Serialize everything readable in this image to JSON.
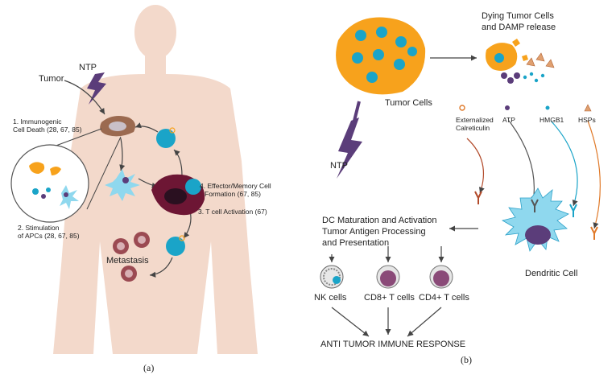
{
  "panel_a": {
    "caption": "(a)",
    "tumor": "Tumor",
    "ntp": "NTP",
    "step1_line1": "1. Immunogenic",
    "step1_line2": "Cell Death (28, 67, 85)",
    "step2_line1": "2. Stimulation",
    "step2_line2": "of APCs (28, 67, 85)",
    "step3": "3. T cell Activation (67)",
    "step4_line1": "4. Effector/Memory Cell",
    "step4_line2": "Formation (67, 85)",
    "metastasis": "Metastasis"
  },
  "panel_b": {
    "caption": "(b)",
    "dying_line1": "Dying Tumor Cells",
    "dying_line2": "and DAMP release",
    "tumor_cells": "Tumor Cells",
    "ntp": "NTP",
    "calreticulin_line1": "Externalized",
    "calreticulin_line2": "Calreticulin",
    "atp": "ATP",
    "hmgb1": "HMGB1",
    "hsps": "HSPs",
    "dc_line1": "DC Maturation and Activation",
    "dc_line2": "Tumor Antigen Processing",
    "dc_line3": "and Presentation",
    "dendritic": "Dendritic Cell",
    "nk": "NK cells",
    "cd8": "CD8+ T cells",
    "cd4": "CD4+ T cells",
    "response": "ANTI TUMOR IMMUNE RESPONSE"
  },
  "colors": {
    "body": "#f3d9cb",
    "tumor_orange": "#f7a21c",
    "teal": "#1aa4c8",
    "purple": "#5b3d7a",
    "dark_red": "#6d1634",
    "dendritic_blue": "#8fd8ee"
  }
}
